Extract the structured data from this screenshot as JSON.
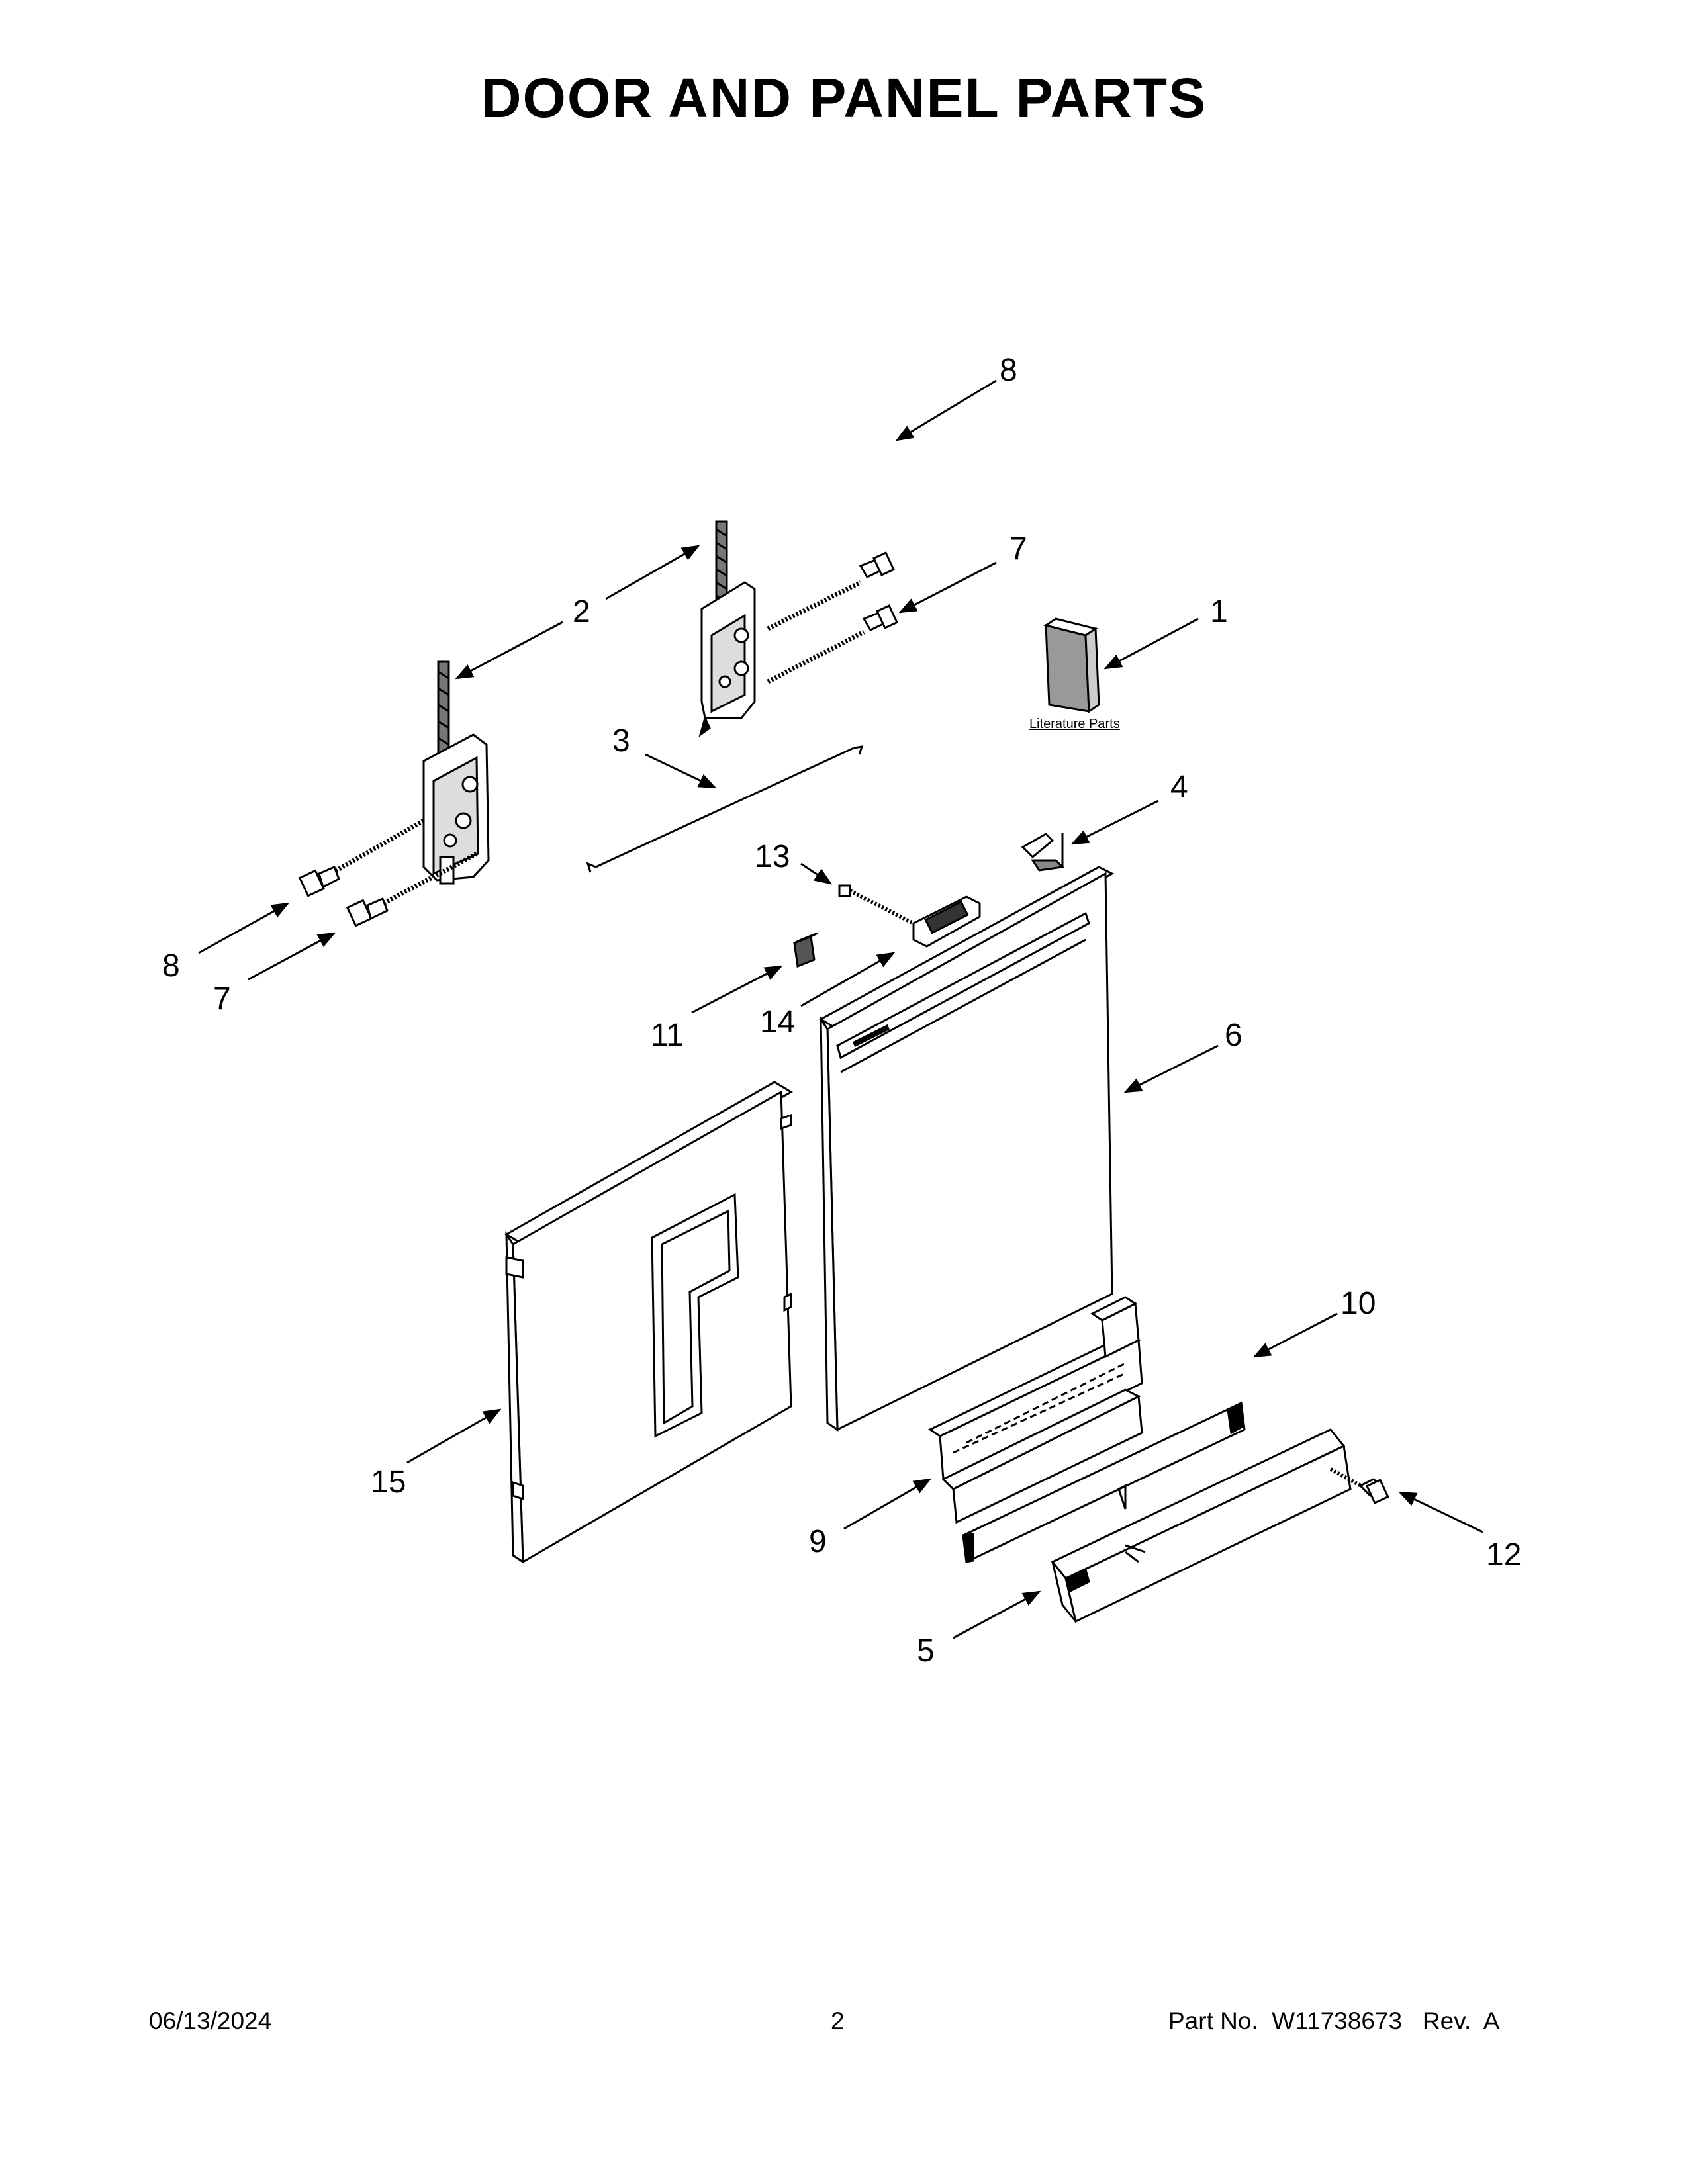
{
  "page": {
    "title": "DOOR AND PANEL PARTS"
  },
  "callouts": {
    "c1": "1",
    "c2": "2",
    "c3": "3",
    "c4": "4",
    "c5": "5",
    "c6": "6",
    "c7a": "7",
    "c7b": "7",
    "c8a": "8",
    "c8b": "8",
    "c9": "9",
    "c10": "10",
    "c11": "11",
    "c12": "12",
    "c13": "13",
    "c14": "14",
    "c15": "15"
  },
  "literature": {
    "label": "Literature Parts"
  },
  "footer": {
    "date": "06/13/2024",
    "page_number": "2",
    "part_no": "Part No.  W11738673   Rev.  A"
  }
}
